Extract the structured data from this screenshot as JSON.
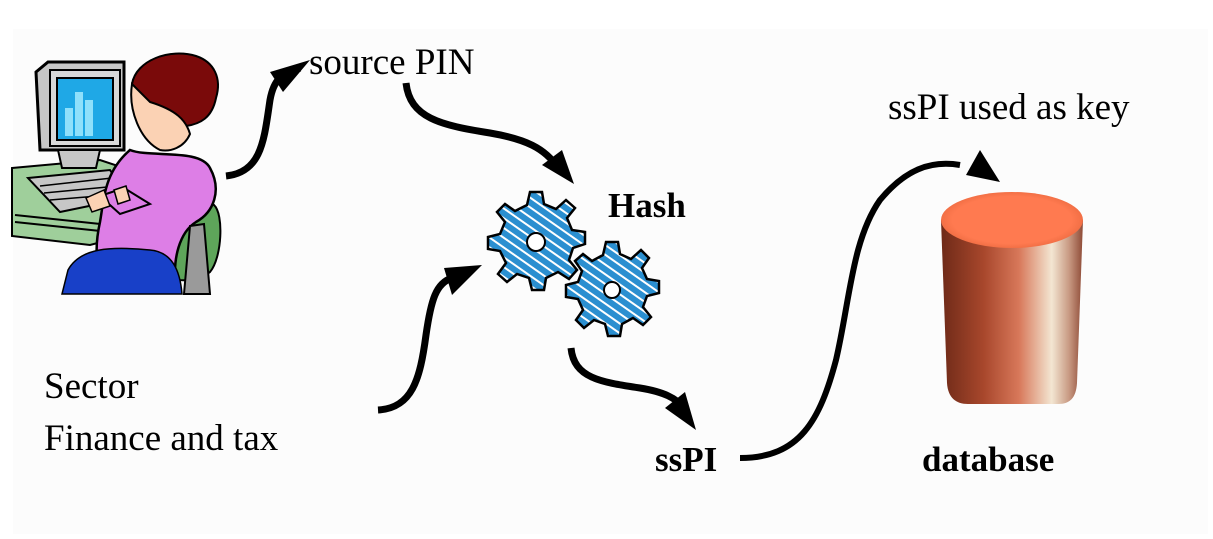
{
  "diagram": {
    "labels": {
      "source_pin": "source PIN",
      "hash": "Hash",
      "sector_line1": "Sector",
      "sector_line2": "Finance and tax",
      "sspi": "ssPI",
      "sspi_used_as_key": "ssPI used as key",
      "database": "database"
    },
    "icons": {
      "user": "person-at-computer-icon",
      "hash": "gears-icon",
      "database": "database-cylinder-icon"
    },
    "colors": {
      "background": "#fcfcfc",
      "arrow": "#000000",
      "gear": "#2b8fd0",
      "database_top": "#ff7a50",
      "database_side": "#b5553a",
      "sweater": "#dd7ee6",
      "hair": "#7a0a0a",
      "chair": "#5ea55a",
      "screen": "#1fa8e6"
    }
  }
}
